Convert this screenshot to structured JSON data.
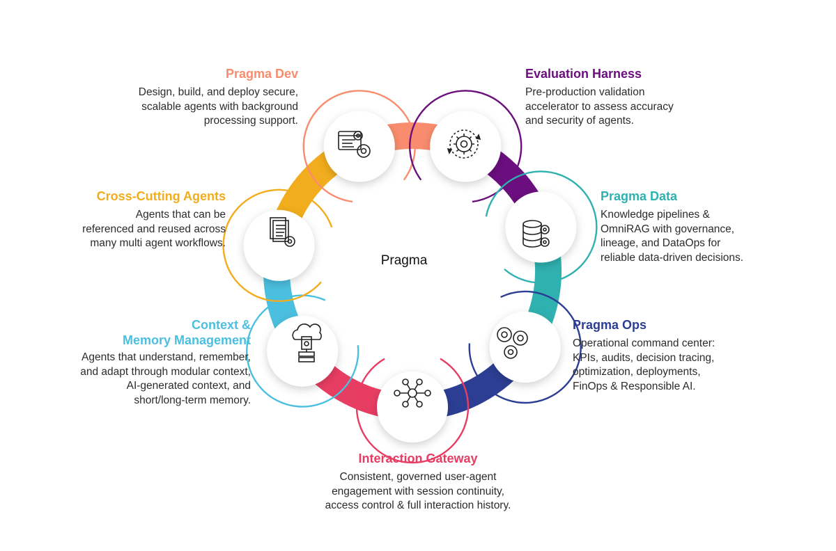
{
  "center_label": "Pragma",
  "colors": {
    "pragma_dev": "#f98c6e",
    "evaluation": "#6b0e7e",
    "data": "#2fb1b0",
    "ops": "#2c3e93",
    "gateway": "#e83d63",
    "context": "#4bbfdf",
    "cross": "#f2ad1e"
  },
  "nodes": [
    {
      "key": "pragma_dev",
      "title": "Pragma Dev",
      "icon": "code-window-gears-icon",
      "desc": [
        "Design, build, and deploy secure,",
        "scalable agents with background",
        "processing support."
      ]
    },
    {
      "key": "evaluation",
      "title": "Evaluation Harness",
      "icon": "gear-cycle-icon",
      "desc": [
        "Pre-production validation",
        "accelerator to assess accuracy",
        "and security of agents."
      ]
    },
    {
      "key": "data",
      "title": "Pragma Data",
      "icon": "database-gear-icon",
      "desc": [
        "Knowledge pipelines &",
        "OmniRAG with governance,",
        "lineage, and DataOps for",
        "reliable data-driven decisions."
      ]
    },
    {
      "key": "ops",
      "title": "Pragma Ops",
      "icon": "triple-gears-icon",
      "desc": [
        "Operational command center:",
        "KPIs, audits, decision tracing,",
        "optimization, deployments,",
        "FinOps & Responsible AI."
      ]
    },
    {
      "key": "gateway",
      "title": "Interaction Gateway",
      "icon": "network-hub-icon",
      "desc": [
        "Consistent, governed user-agent",
        "engagement with session continuity,",
        "access control & full interaction history."
      ]
    },
    {
      "key": "context",
      "title": "Context &",
      "title2": "Memory Management",
      "icon": "cloud-document-server-icon",
      "desc": [
        "Agents that understand, remember,",
        "and adapt through modular context,",
        "AI-generated context, and",
        "short/long-term memory."
      ]
    },
    {
      "key": "cross",
      "title": "Cross-Cutting Agents",
      "icon": "documents-gear-icon",
      "desc": [
        "Agents that can be",
        "referenced and reused across",
        "many multi agent workflows."
      ]
    }
  ]
}
